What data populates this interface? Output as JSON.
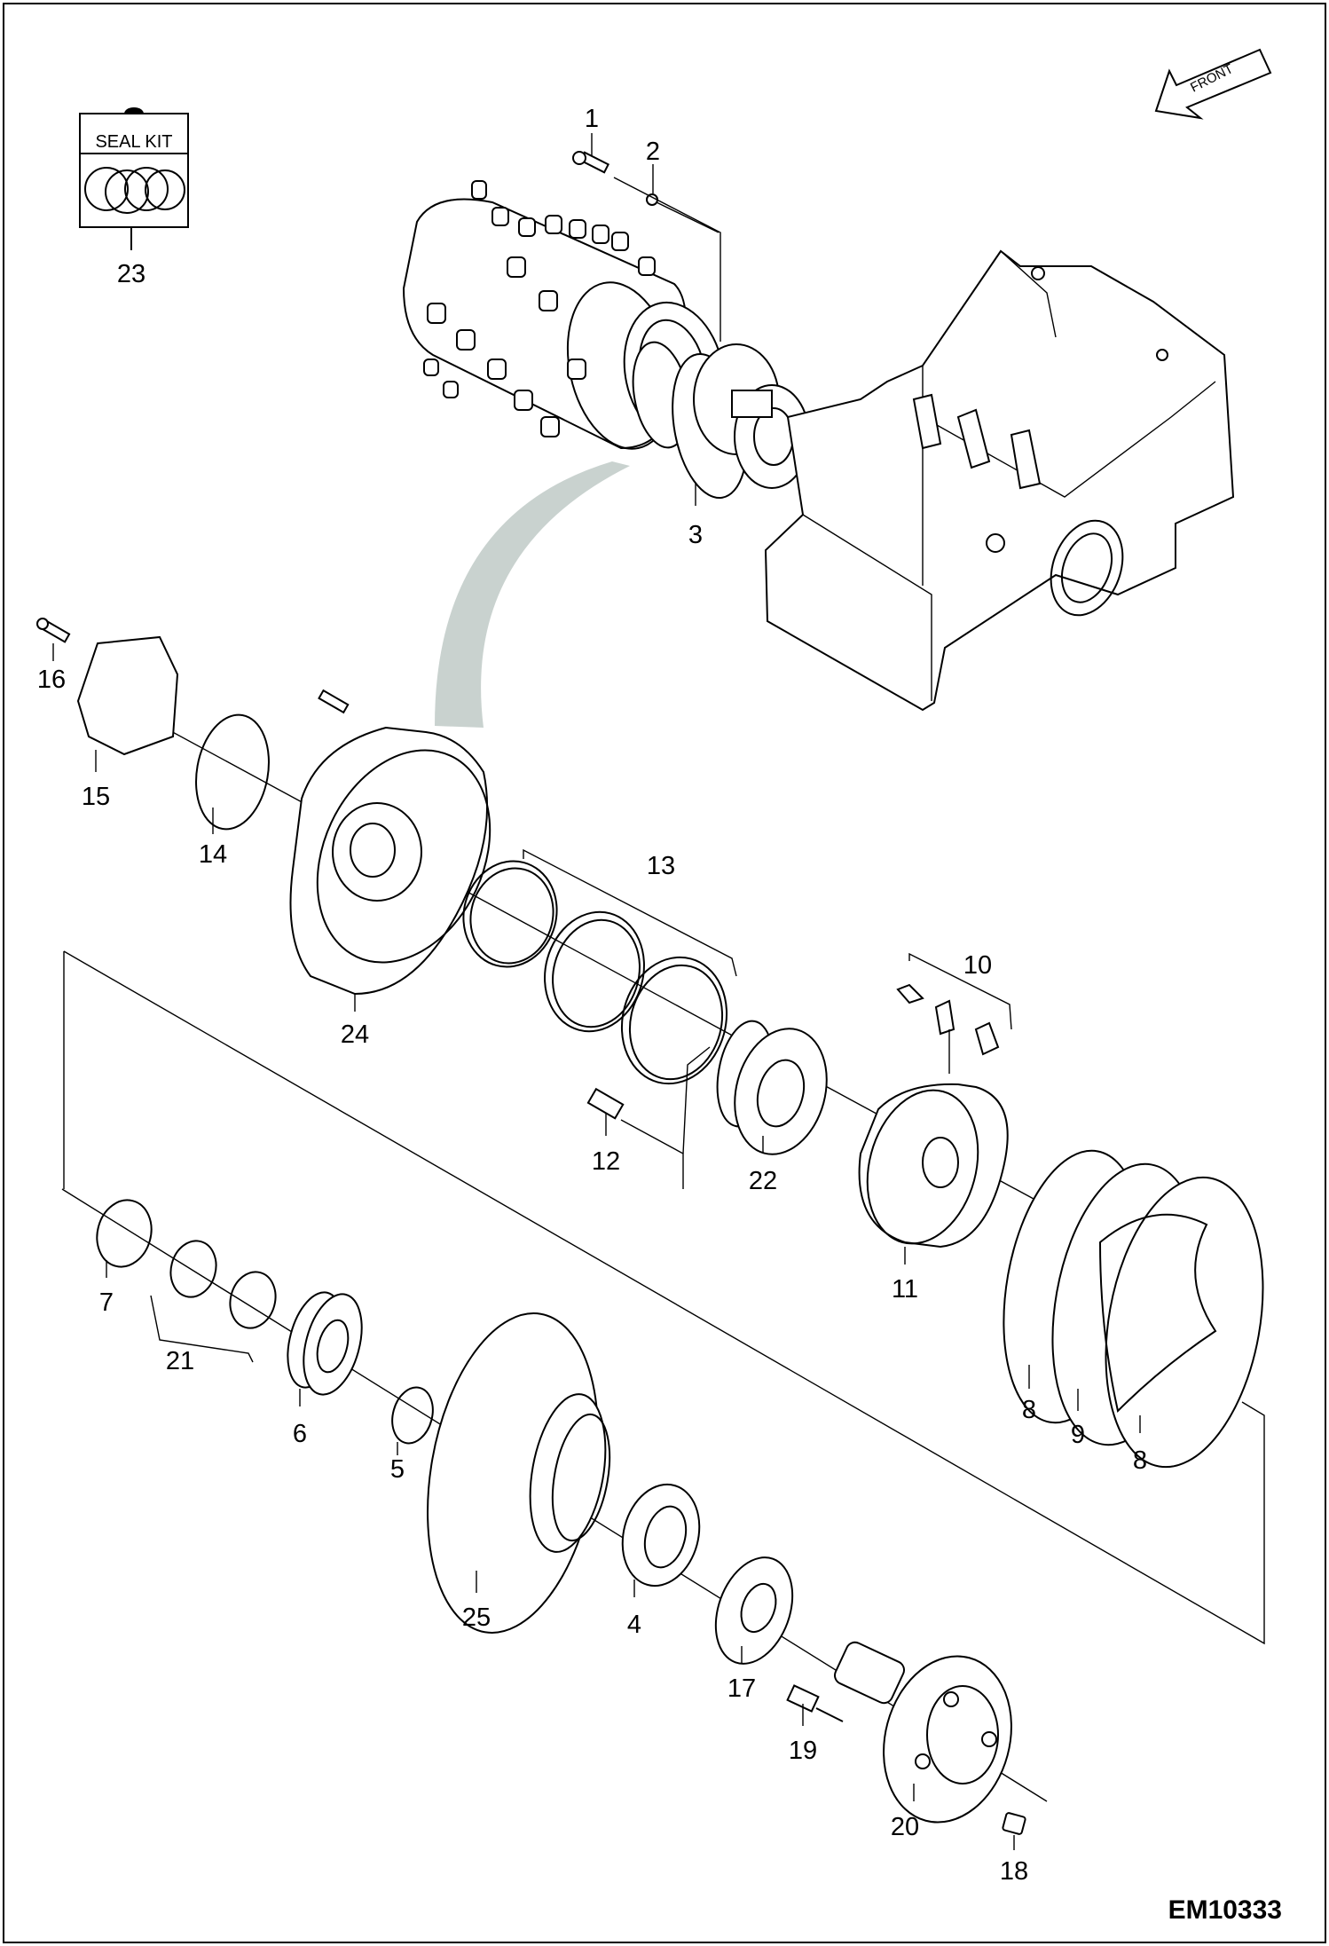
{
  "diagram": {
    "drawing_code": "EM10333",
    "seal_kit_label": "SEAL KIT",
    "front_label": "FRONT",
    "callouts": [
      "1",
      "2",
      "3",
      "4",
      "5",
      "6",
      "7",
      "8",
      "8",
      "9",
      "10",
      "11",
      "12",
      "13",
      "14",
      "15",
      "16",
      "17",
      "18",
      "19",
      "20",
      "21",
      "22",
      "23",
      "24",
      "25"
    ]
  }
}
